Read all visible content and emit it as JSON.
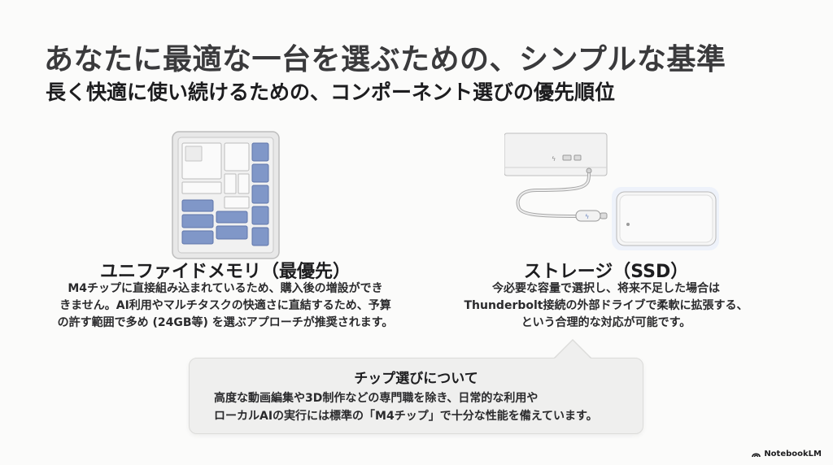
{
  "slide": {
    "title": "あなたに最適な一台を選ぶための、シンプルな基準",
    "subtitle": "長く快適に使い続けるための、コンポーネント選びの優先順位"
  },
  "memory": {
    "heading": "ユニファイドメモリ（最優先）",
    "lines": [
      "M4チップに直接組み込まれているため、購入後の増設ができ",
      "きません。AI利用やマルチタスクの快適さに直結するため、予算",
      "の許す範囲で多め (24GB等) を選ぶアプローチが推奨されます。"
    ],
    "icon": "chip-icon"
  },
  "storage": {
    "heading": "ストレージ（SSD）",
    "lines": [
      "今必要な容量で選択し、将来不足した場合は",
      "Thunderbolt接続の外部ドライブで柔軟に拡張する、",
      "という合理的な対応が可能です。"
    ],
    "icon": "external-drive-icon"
  },
  "callout": {
    "title": "チップ選びについて",
    "lines": [
      "高度な動画編集や3D制作などの専門職を除き、日常的な利用や",
      "ローカルAIの実行には標準の「M4チップ」で十分な性能を備えています。"
    ]
  },
  "brand": {
    "name": "NotebookLM",
    "icon": "notebooklm-logo-icon"
  },
  "colors": {
    "accent_blue": "#7a90c4",
    "chip_gray": "#e6e6e6",
    "text": "#1d1d1f"
  }
}
